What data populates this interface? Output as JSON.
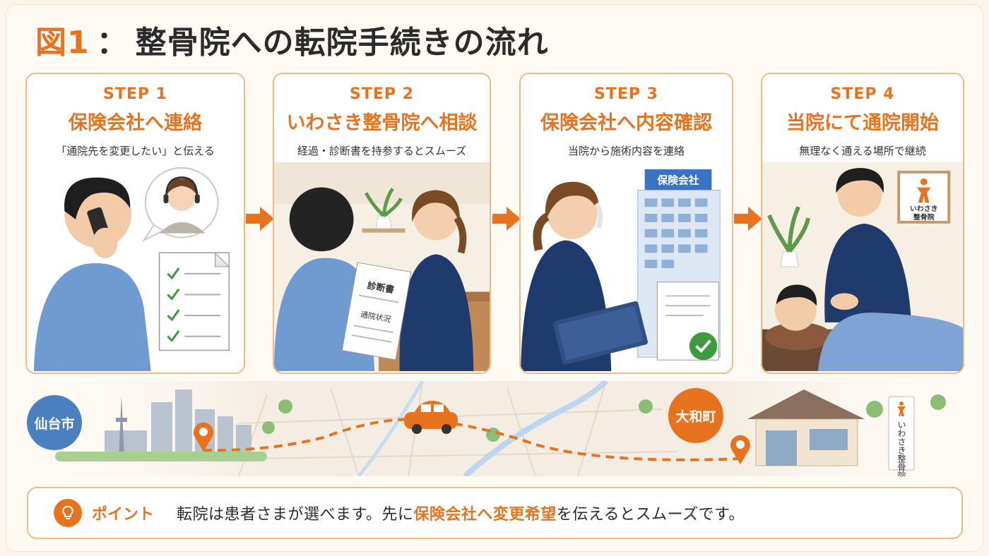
{
  "title": {
    "fig": "図1",
    "sep": "：",
    "text": "整骨院への転院手続きの流れ"
  },
  "steps": [
    {
      "label": "STEP 1",
      "title": "保険会社へ連絡",
      "desc": "「通院先を変更したい」と伝える"
    },
    {
      "label": "STEP 2",
      "title": "いわさき整骨院へ相談",
      "desc": "経過・診断書を持参するとスムーズ"
    },
    {
      "label": "STEP 3",
      "title": "保険会社へ内容確認",
      "desc": "当院から施術内容を連絡"
    },
    {
      "label": "STEP 4",
      "title": "当院にて通院開始",
      "desc": "無理なく通える場所で継続"
    }
  ],
  "art": {
    "doc1": "診断書",
    "doc2": "通院状況",
    "building_sign": "保険会社",
    "clinic_sign_line1": "いわさき",
    "clinic_sign_line2": "整骨院",
    "clinic_pole": "いわさき整骨院"
  },
  "route": {
    "origin": "仙台市",
    "destination": "大和町"
  },
  "point": {
    "label": "ポイント",
    "text_before": "転院は患者さまが選べます。先に",
    "highlight": "保険会社へ変更希望",
    "text_after": "を伝えるとスムーズです。"
  },
  "colors": {
    "accent": "#e8731f",
    "origin_badge": "#4a7fc0",
    "dest_badge": "#e8731f",
    "border": "#f2b98b"
  },
  "icons": [
    "headset-operator-icon",
    "checklist-icon",
    "phone-icon",
    "check-circle-icon",
    "car-icon",
    "map-pin-icon",
    "lightbulb-icon",
    "arrow-right-icon"
  ]
}
